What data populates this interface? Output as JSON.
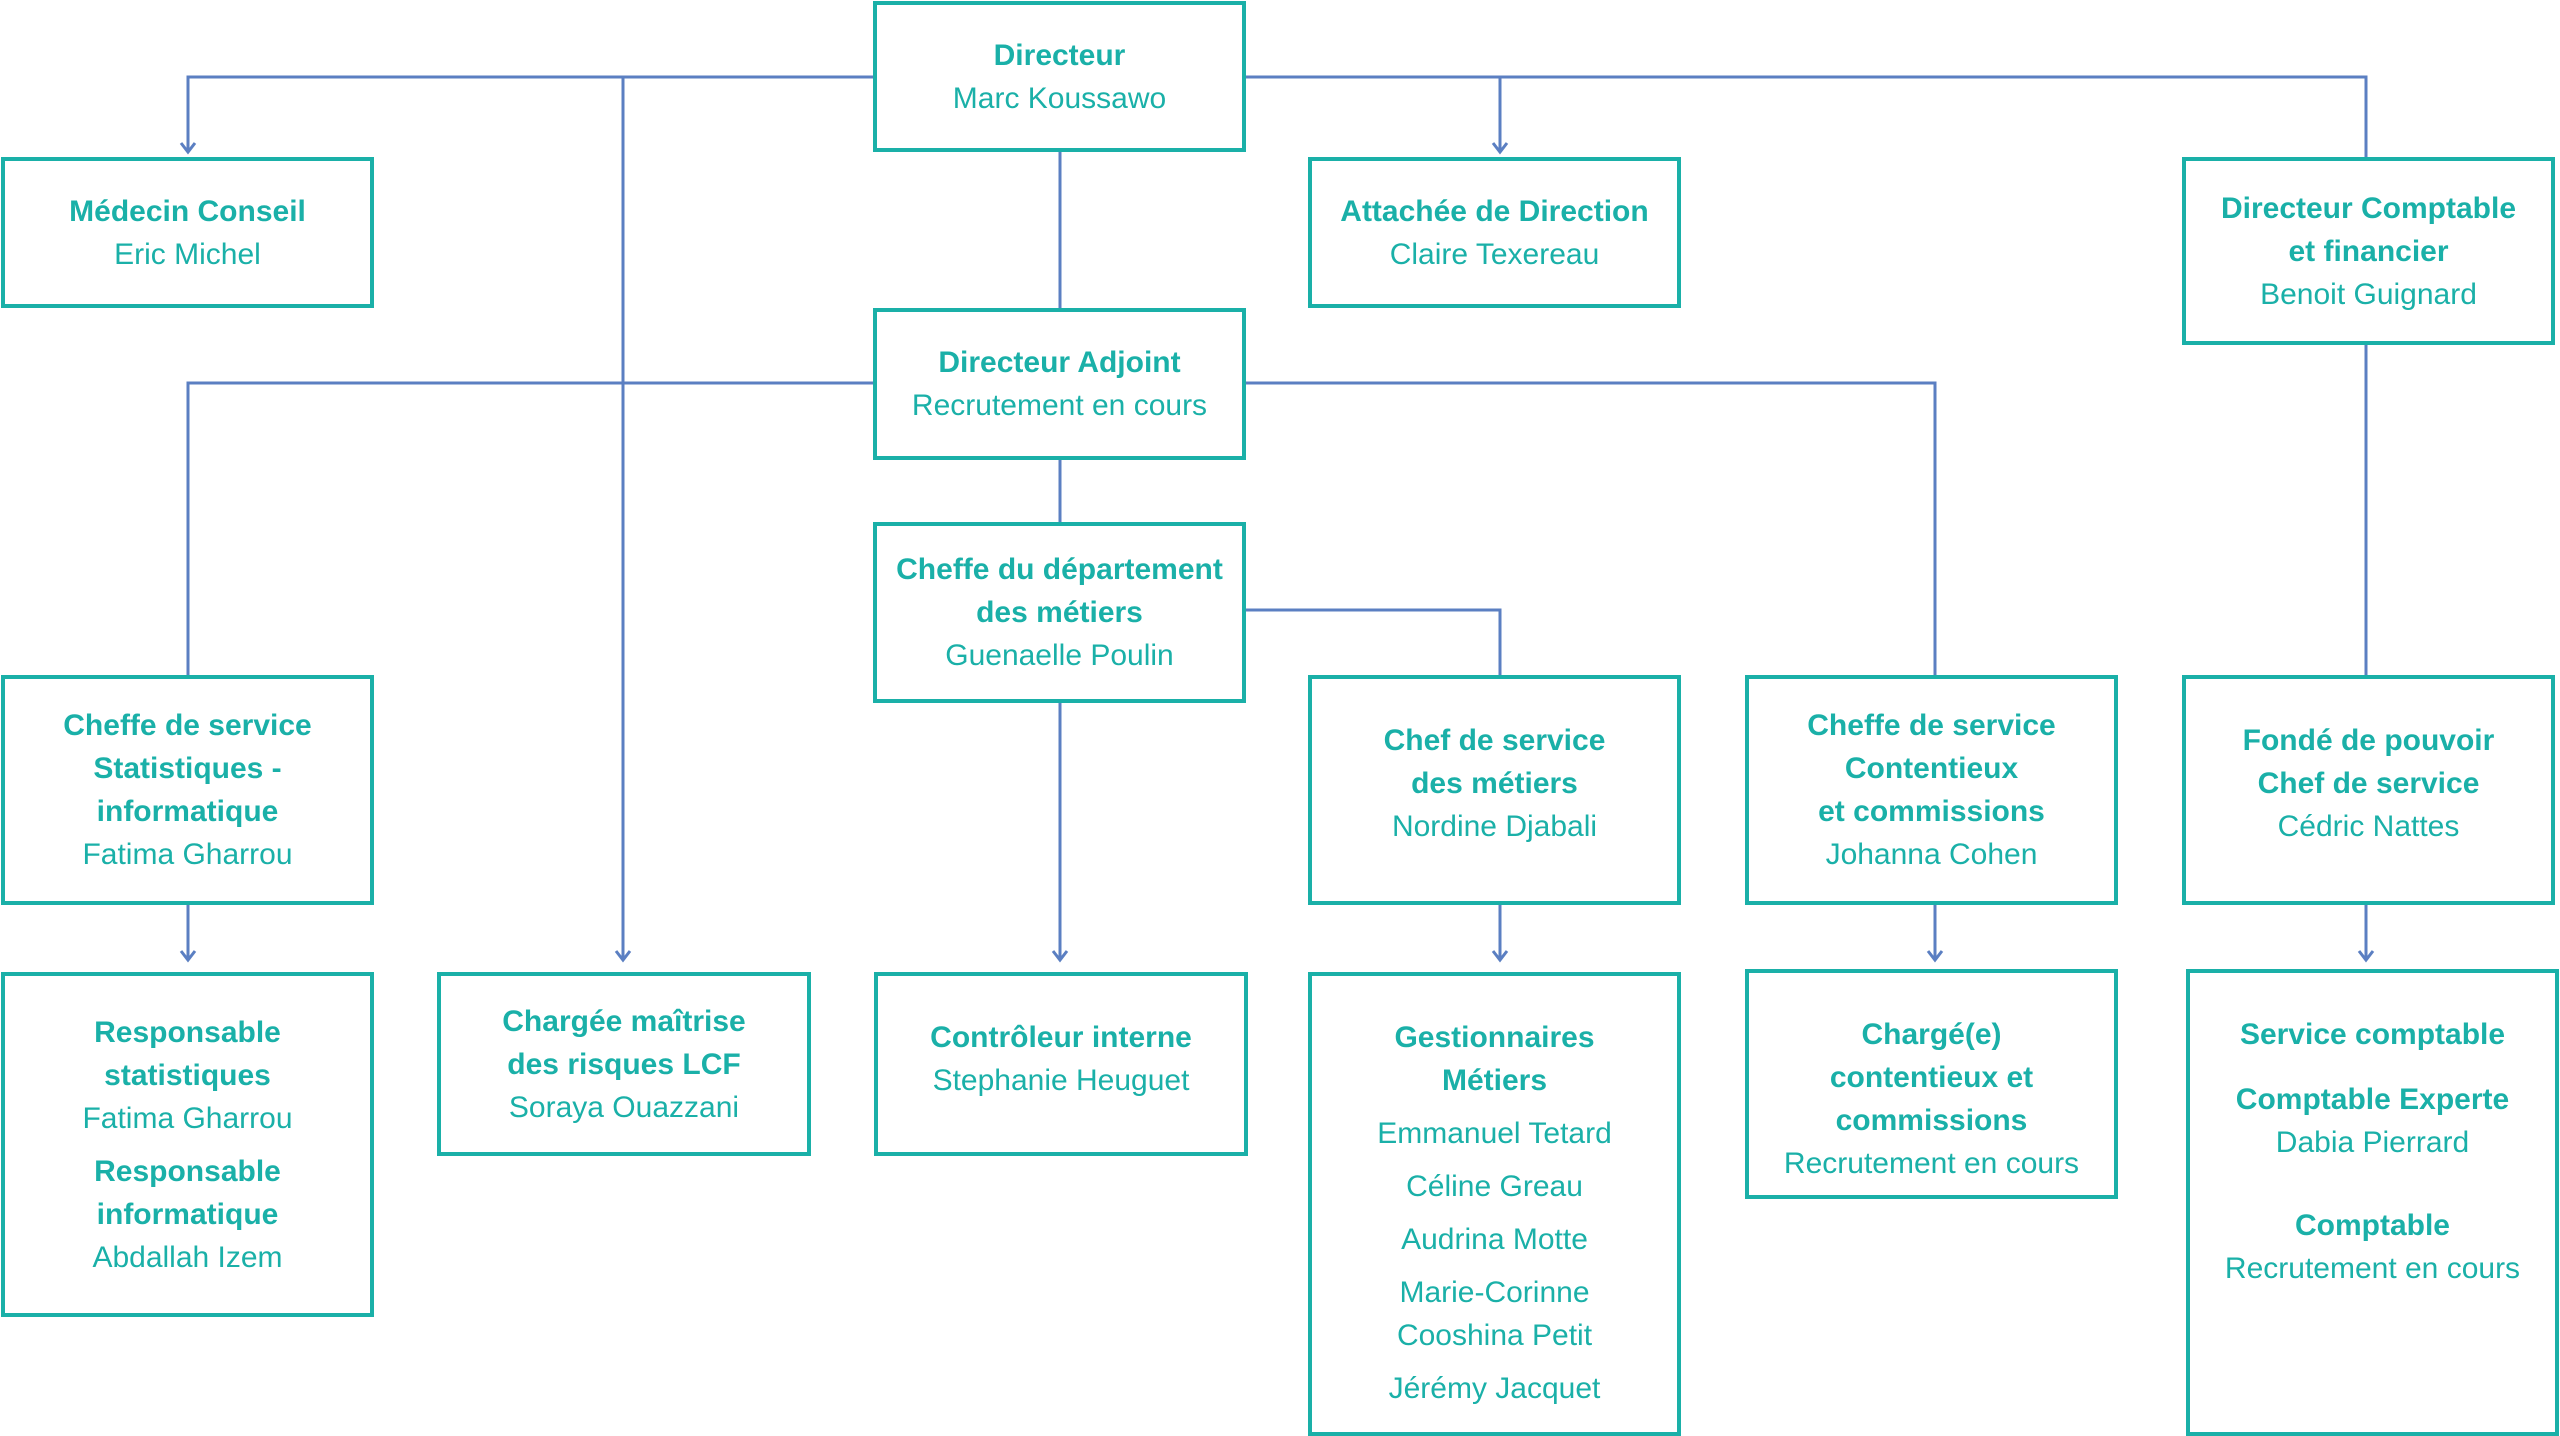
{
  "directeur": {
    "title": "Directeur",
    "name": "Marc Koussawo"
  },
  "medecin": {
    "title": "Médecin Conseil",
    "name": "Eric Michel"
  },
  "attachee": {
    "title": "Attachée de Direction",
    "name": "Claire Texereau"
  },
  "dcf": {
    "title_1": "Directeur Comptable",
    "title_2": "et financier",
    "name": "Benoit Guignard"
  },
  "adjoint": {
    "title": "Directeur Adjoint",
    "name": "Recrutement en cours"
  },
  "dept": {
    "title_1": "Cheffe du département",
    "title_2": "des métiers",
    "name": "Guenaelle Poulin"
  },
  "stats": {
    "title_1": "Cheffe de service",
    "title_2": "Statistiques -",
    "title_3": "informatique",
    "name": "Fatima Gharrou"
  },
  "metiers_chef": {
    "title_1": "Chef de service",
    "title_2": "des métiers",
    "name": "Nordine Djabali"
  },
  "contentieux": {
    "title_1": "Cheffe de service",
    "title_2": "Contentieux",
    "title_3": "et commissions",
    "name": "Johanna Cohen"
  },
  "fonde": {
    "title_1": "Fondé de pouvoir",
    "title_2": "Chef de service",
    "name": "Cédric Nattes"
  },
  "responsables": {
    "stat_title_1": "Responsable",
    "stat_title_2": "statistiques",
    "stat_name": "Fatima Gharrou",
    "info_title_1": "Responsable",
    "info_title_2": "informatique",
    "info_name": "Abdallah Izem"
  },
  "lcf": {
    "title_1": "Chargée maîtrise",
    "title_2": "des risques LCF",
    "name": "Soraya Ouazzani"
  },
  "controleur": {
    "title": "Contrôleur interne",
    "name": "Stephanie Heuguet"
  },
  "gestionnaires": {
    "title_1": "Gestionnaires",
    "title_2": "Métiers",
    "names": [
      "Emmanuel Tetard",
      "Céline Greau",
      "Audrina Motte",
      "Marie-Corinne",
      "Cooshina Petit",
      "Jérémy Jacquet"
    ]
  },
  "charge": {
    "title_1": "Chargé(e)",
    "title_2": "contentieux et",
    "title_3": "commissions",
    "name": "Recrutement en cours"
  },
  "compta": {
    "title": "Service comptable",
    "expert_title": "Comptable Experte",
    "expert_name": "Dabia Pierrard",
    "comptable_title": "Comptable",
    "comptable_name": "Recrutement en cours"
  },
  "colors": {
    "box": "#1ab0a8",
    "line": "#5b7fc2"
  }
}
